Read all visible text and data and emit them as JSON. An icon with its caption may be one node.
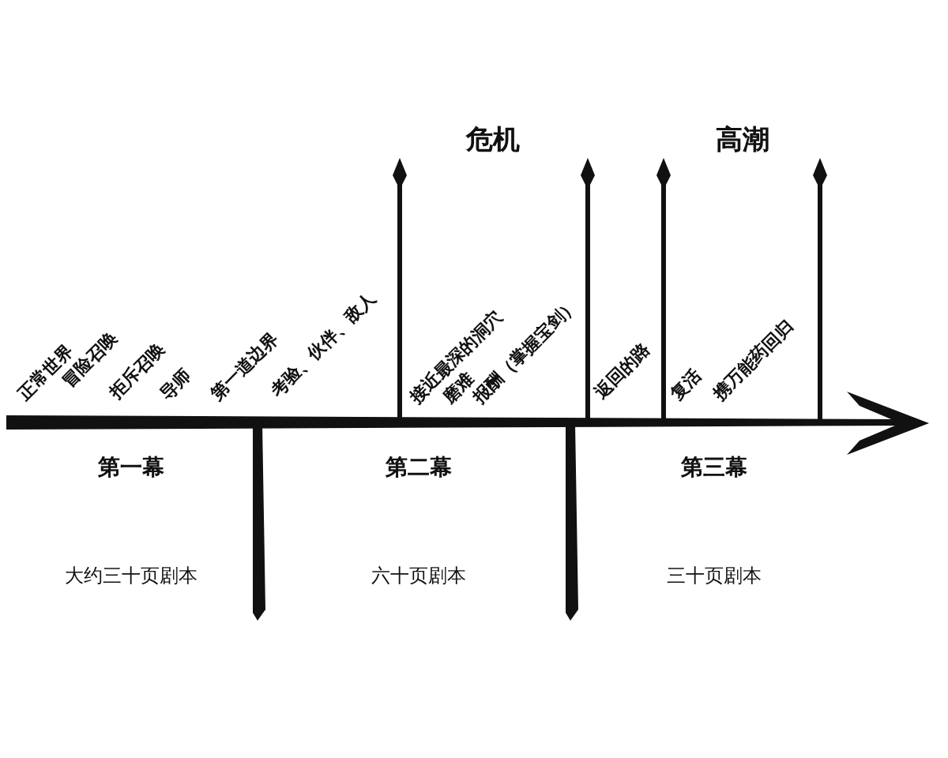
{
  "diagram": {
    "labels": [
      "危机",
      "高潮",
      "正常世界",
      "冒险召唤",
      "拒斥召唤",
      "导师",
      "第一道边界",
      "考验、伙伴、敌人",
      "接近最深的洞穴",
      "磨难",
      "报酬（掌握宝剑）",
      "返回的路",
      "复活",
      "携万能药回归",
      "第一幕",
      "第二幕",
      "第三幕",
      "大约三十页剧本",
      "六十页剧本",
      "三十页剧本"
    ]
  }
}
